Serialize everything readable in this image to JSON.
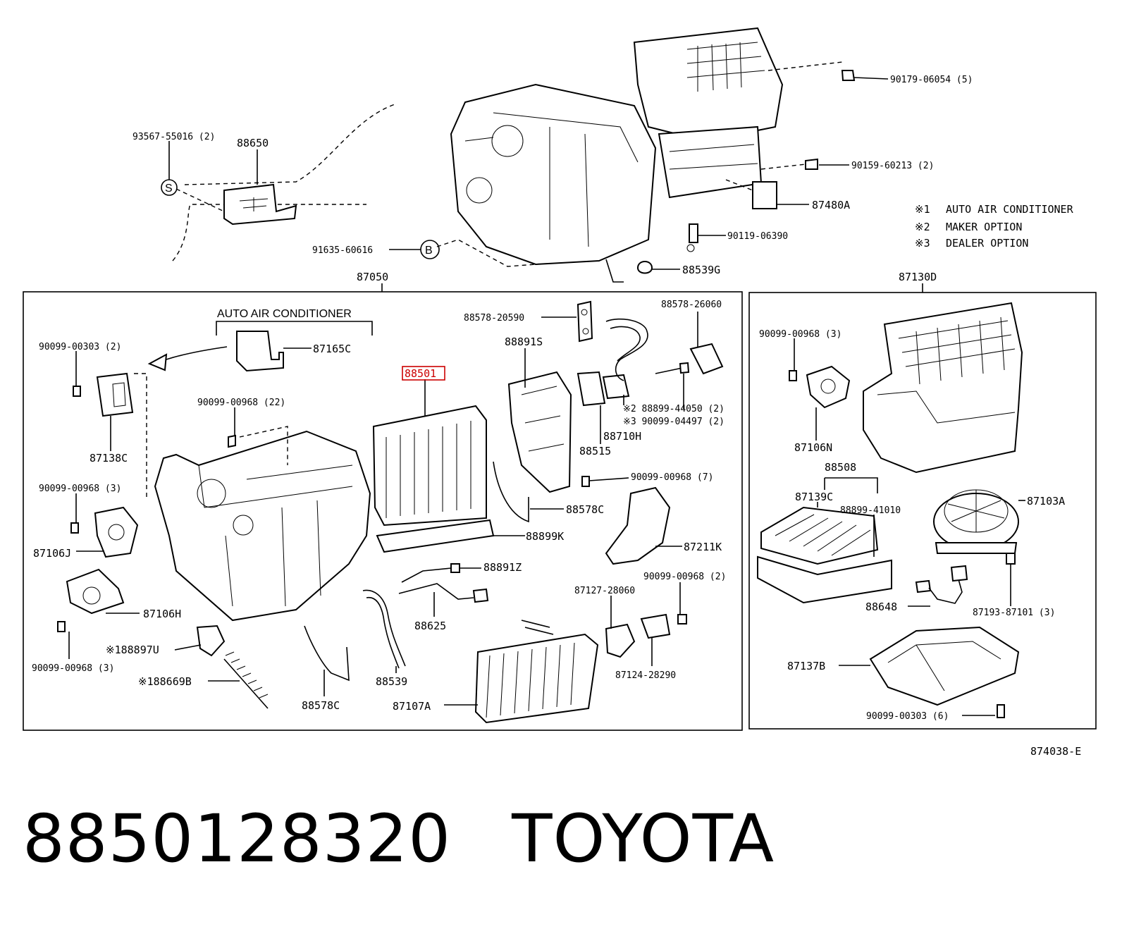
{
  "diagram": {
    "sheet_code": "874038-E",
    "highlight_color": "#cc0000",
    "legend": [
      {
        "mark": "※1",
        "text": "AUTO AIR CONDITIONER"
      },
      {
        "mark": "※2",
        "text": "MAKER OPTION"
      },
      {
        "mark": "※3",
        "text": "DEALER OPTION"
      }
    ],
    "boxes": {
      "main": "87050",
      "blower": "87130D"
    },
    "group_labels": {
      "auto_ac": "AUTO AIR CONDITIONER",
      "s_mark": "S",
      "b_mark": "B"
    },
    "top_parts": {
      "p93567": "93567-55016 (2)",
      "p88650": "88650",
      "p91635": "91635-60616",
      "p90179": "90179-06054 (5)",
      "p90159": "90159-60213 (2)",
      "p87480": "87480A",
      "p90119": "90119-06390",
      "p88539g": "88539G"
    },
    "main_parts": {
      "p90099_303": "90099-00303 (2)",
      "p87165": "87165C",
      "p87138": "87138C",
      "p90099_968_22": "90099-00968 (22)",
      "p88501": "88501",
      "p88578_20590": "88578-20590",
      "p88578_26060": "88578-26060",
      "p88891s": "88891S",
      "p88899_44050": "※2 88899-44050 (2)",
      "p90099_04497": "※3 90099-04497 (2)",
      "p88710h": "88710H",
      "p88515": "88515",
      "p90099_968_7": "90099-00968 (7)",
      "p88578c_a": "88578C",
      "p88899k": "88899K",
      "p87211k": "87211K",
      "p88891z": "88891Z",
      "p88625": "88625",
      "p90099_968_3a": "90099-00968 (3)",
      "p87106j": "87106J",
      "p87106h": "87106H",
      "p90099_968_3b": "90099-00968 (3)",
      "p188897u": "※188897U",
      "p188669b": "※188669B",
      "p88578c_b": "88578C",
      "p88539": "88539",
      "p87107a": "87107A",
      "p87127": "87127-28060",
      "p90099_968_2": "90099-00968 (2)",
      "p87124": "87124-28290"
    },
    "blower_parts": {
      "p90099_968_3": "90099-00968 (3)",
      "p87106n": "87106N",
      "p88508": "88508",
      "p87139c": "87139C",
      "p88899_41010": "88899-41010",
      "p87103a": "87103A",
      "p88648": "88648",
      "p87193": "87193-87101 (3)",
      "p87137b": "87137B",
      "p90099_303_6": "90099-00303 (6)"
    }
  },
  "footer": {
    "part_number": "8850128320",
    "brand": "TOYOTA"
  }
}
